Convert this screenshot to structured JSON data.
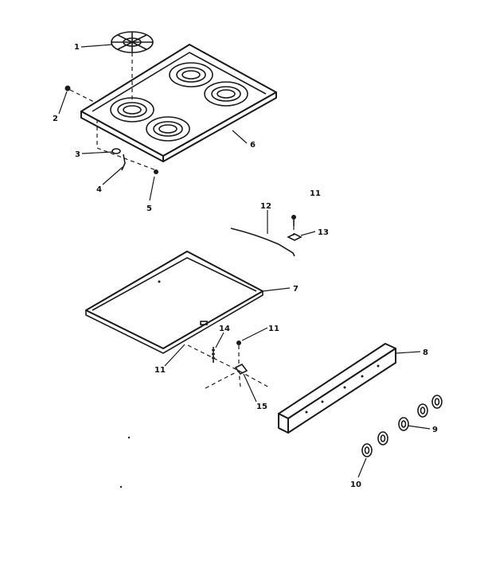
{
  "labels": {
    "l1": "1",
    "l2": "2",
    "l3": "3",
    "l4": "4",
    "l5": "5",
    "l6": "6",
    "l7": "7",
    "l8": "8",
    "l9": "9",
    "l10": "10",
    "l11a": "11",
    "l11b": "11",
    "l11c": "11",
    "l12": "12",
    "l13": "13",
    "l14": "14",
    "l15": "15"
  }
}
